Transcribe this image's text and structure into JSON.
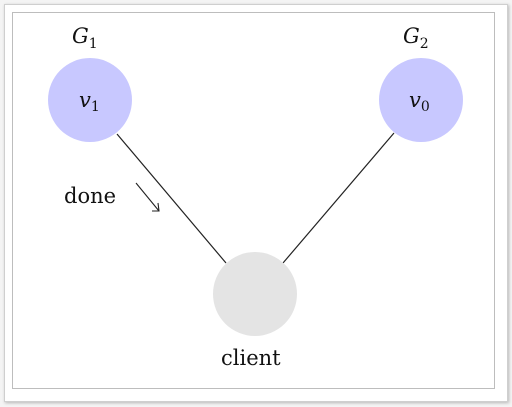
{
  "groups": {
    "g1": {
      "letter": "G",
      "sub": "1"
    },
    "g2": {
      "letter": "G",
      "sub": "2"
    }
  },
  "nodes": {
    "v1": {
      "letter": "v",
      "sub": "1"
    },
    "v0": {
      "letter": "v",
      "sub": "0"
    },
    "client": {
      "label": "client"
    }
  },
  "edge_label": {
    "text": "done"
  },
  "colors": {
    "server_node": "#c8c8ff",
    "client_node": "#e4e4e4",
    "edge": "#222222"
  }
}
